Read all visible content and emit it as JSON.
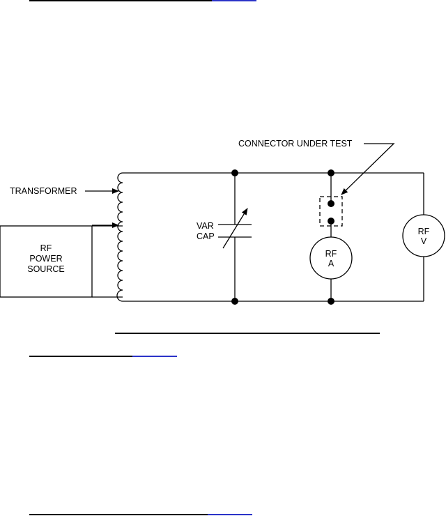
{
  "diagram": {
    "labels": {
      "connector_under_test": "CONNECTOR UNDER TEST",
      "transformer": "TRANSFORMER",
      "var_cap_line1": "VAR",
      "var_cap_line2": "CAP",
      "rf_power_source_line1": "RF",
      "rf_power_source_line2": "POWER",
      "rf_power_source_line3": "SOURCE",
      "rf_ammeter_line1": "RF",
      "rf_ammeter_line2": "A",
      "rf_voltmeter_line1": "RF",
      "rf_voltmeter_line2": "V"
    }
  },
  "colors": {
    "line": "#000000",
    "accent": "#2b33c8"
  }
}
